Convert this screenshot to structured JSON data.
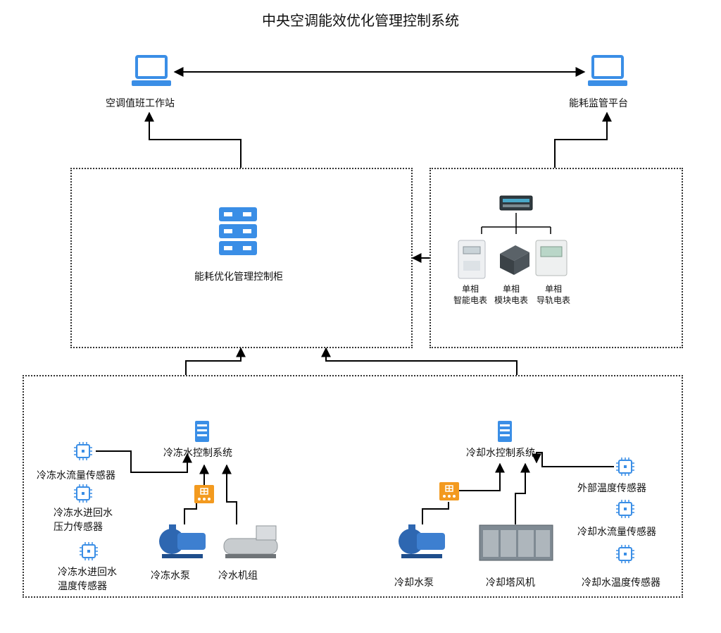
{
  "title": "中央空调能效优化管理控制系统",
  "top": {
    "left_workstation": "空调值班工作站",
    "right_platform": "能耗监管平台"
  },
  "cabinet_box": {
    "label": "能耗优化管理控制柜"
  },
  "meters_box": {
    "meters": [
      {
        "line1": "单相",
        "line2": "智能电表"
      },
      {
        "line1": "单相",
        "line2": "模块电表"
      },
      {
        "line1": "单相",
        "line2": "导轨电表"
      }
    ]
  },
  "bottom_box": {
    "chilled": {
      "control_system": "冷冻水控制系统",
      "sensors": {
        "flow": "冷冻水流量传感器",
        "pressure_l1": "冷冻水进回水",
        "pressure_l2": "压力传感器",
        "temp_l1": "冷冻水进回水",
        "temp_l2": "温度传感器"
      },
      "pump": "冷冻水泵",
      "chiller": "冷水机组"
    },
    "cooling": {
      "control_system": "冷却水控制系统",
      "sensors": {
        "outdoor_temp": "外部温度传感器",
        "flow": "冷却水流量传感器",
        "temp": "冷却水温度传感器"
      },
      "pump": "冷却水泵",
      "tower_fan": "冷却塔风机"
    }
  },
  "colors": {
    "accent_blue": "#3a8ee6",
    "accent_orange": "#f39a1f",
    "line": "#000000"
  }
}
